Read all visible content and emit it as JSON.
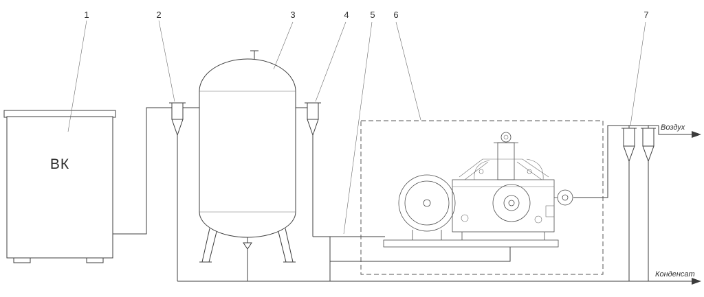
{
  "diagram": {
    "callouts": [
      "1",
      "2",
      "3",
      "4",
      "5",
      "6",
      "7"
    ],
    "labels": {
      "compressor_block": "ВК",
      "air_out": "Воздух",
      "condensate_out": "Конденсат"
    },
    "colors": {
      "line": "#3c3c3c",
      "background": "#ffffff",
      "dashed_enclosure": "#555555"
    }
  }
}
